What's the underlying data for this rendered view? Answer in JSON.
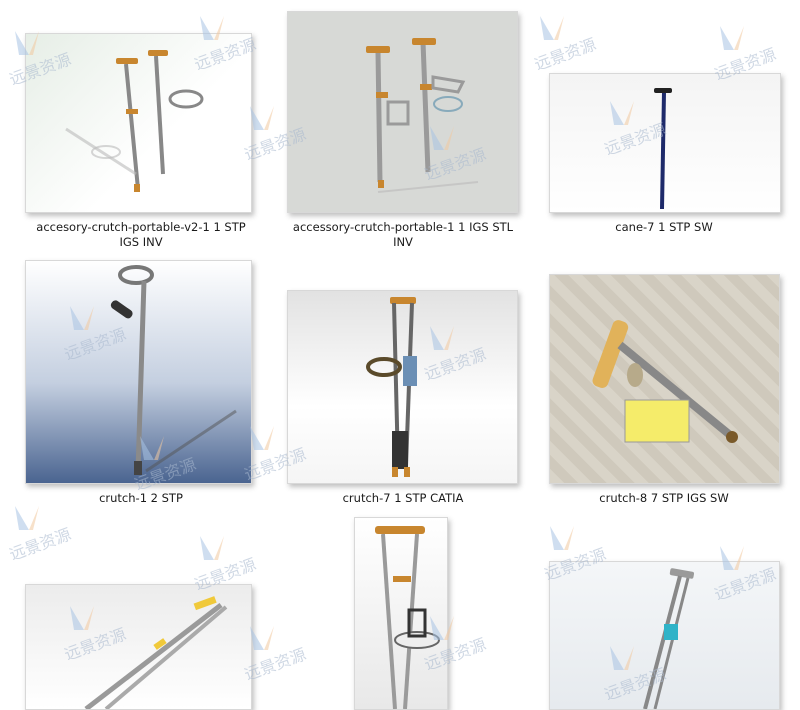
{
  "items": [
    {
      "caption": "accesory-crutch-portable-v2-1 1 STP IGS INV"
    },
    {
      "caption": "accessory-crutch-portable-1 1 IGS STL INV"
    },
    {
      "caption": "cane-7 1 STP SW"
    },
    {
      "caption": "crutch-1 2 STP"
    },
    {
      "caption": "crutch-7 1 STP CATIA"
    },
    {
      "caption": "crutch-8 7 STP IGS SW"
    },
    {
      "caption": ""
    },
    {
      "caption": ""
    },
    {
      "caption": ""
    }
  ],
  "watermark": {
    "text": "远景资源"
  },
  "colors": {
    "wood": "#c8862e",
    "metal": "#9a9a9a",
    "blue": "#4a6fa5"
  }
}
